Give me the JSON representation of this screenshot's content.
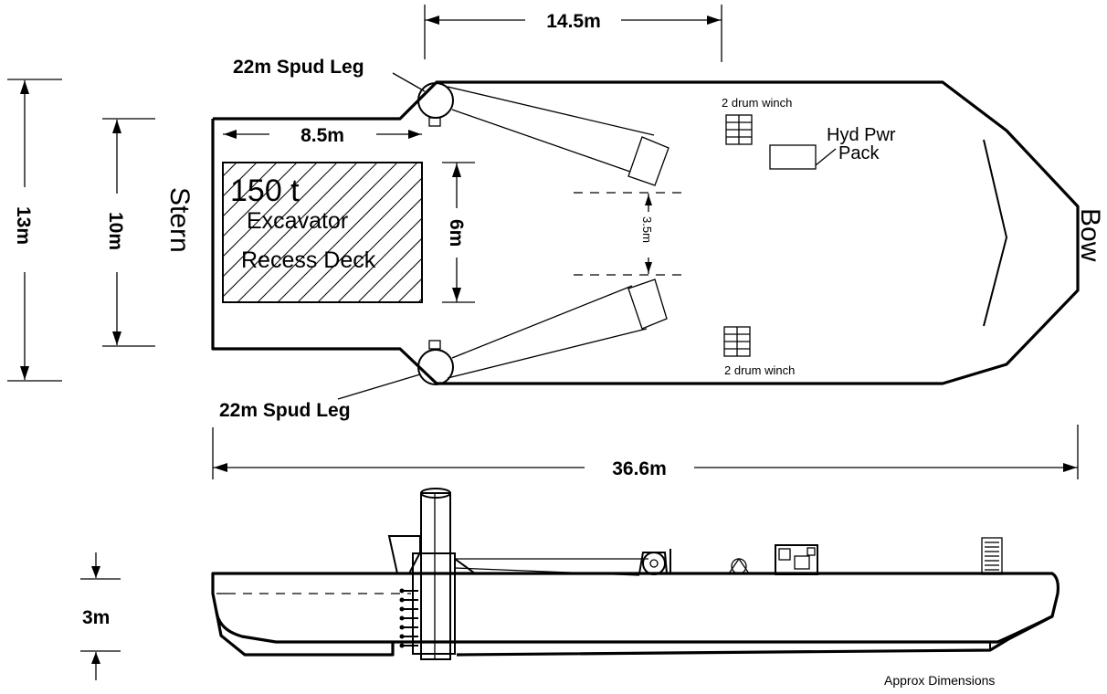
{
  "labels": {
    "top_width": "14.5m",
    "spud_leg_top": "22m Spud Leg",
    "spud_leg_bottom": "22m Spud Leg",
    "recess_length": "8.5m",
    "excavator_weight": "150 t",
    "excavator": "Excavator",
    "recess_deck": "Recess Deck",
    "recess_width": "6m",
    "gap_width": "3.5m",
    "beam_overall": "13m",
    "beam_deck": "10m",
    "stern": "Stern",
    "bow": "Bow",
    "winch_top": "2 drum winch",
    "winch_bottom": "2 drum winch",
    "hyd_pwr": "Hyd Pwr",
    "pack": "Pack",
    "overall_length": "36.6m",
    "depth": "3m",
    "note": "Approx Dimensions"
  }
}
